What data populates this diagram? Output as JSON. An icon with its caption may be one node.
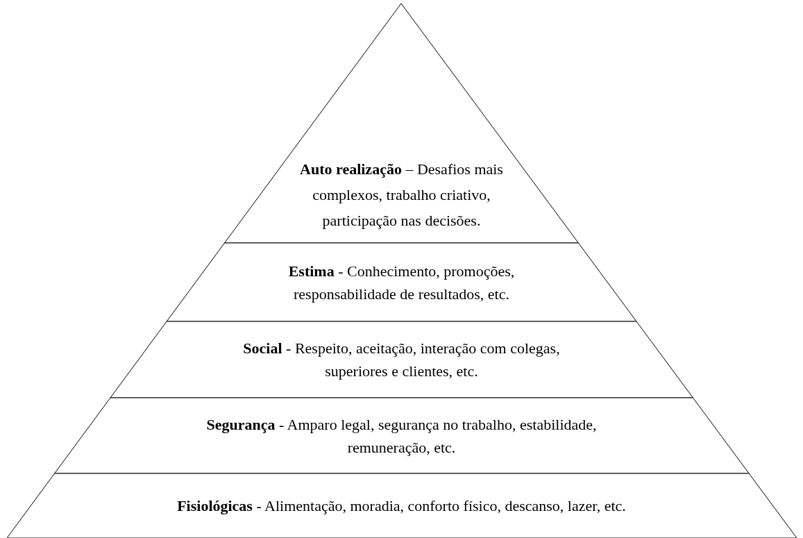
{
  "diagram": {
    "nodes": [
      {
        "text": [
          "**Auto realização** – Desafios mais complexos, trabalho criativo, participação nas decisões."
        ]
      },
      {
        "text": [
          "**Estima** -  Conhecimento, promoções, responsabilidade de resultados, etc."
        ]
      },
      {
        "text": [
          "**Social** - Respeito, aceitação, interação com colegas, superiores e clientes, etc."
        ]
      },
      {
        "text": [
          "**Segurança** -  Amparo legal, segurança no trabalho, estabilidade, remuneração, etc."
        ]
      },
      {
        "text": [
          "**Fisiológicas** - Alimentação, moradia, conforto físico, descanso, lazer, etc."
        ]
      }
    ]
  }
}
